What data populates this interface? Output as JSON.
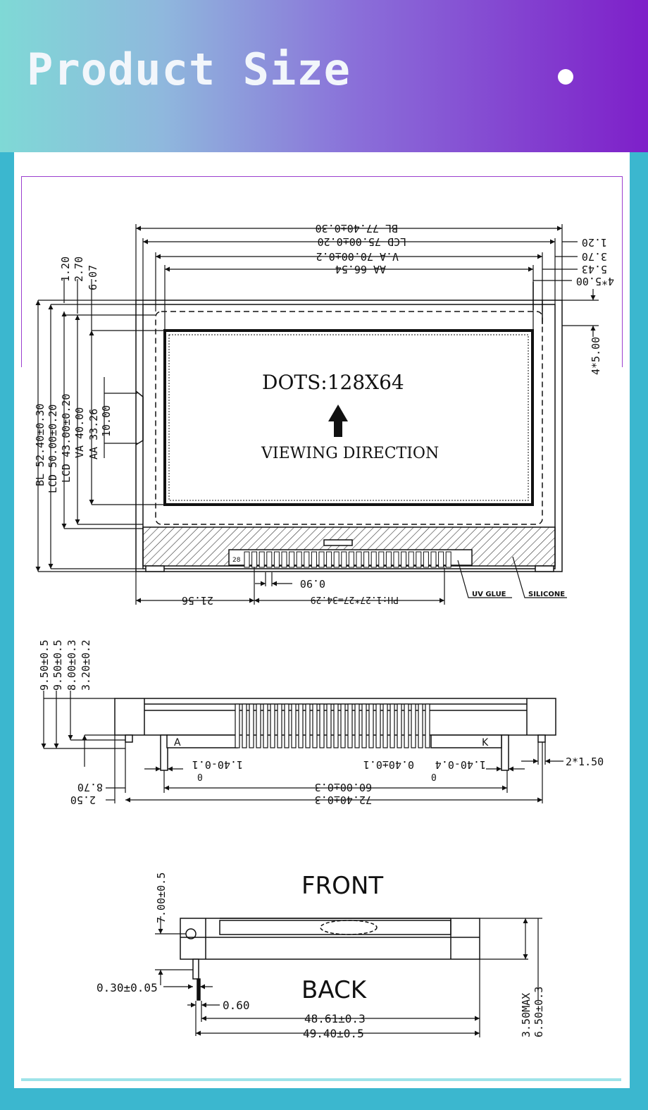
{
  "header": {
    "title": "Product Size"
  },
  "colors": {
    "accent_purple": "#7e1fc9",
    "accent_teal": "#3bb7cf",
    "drawing_line": "#111111"
  },
  "front_view": {
    "top_dims": {
      "bl": "BL 77.40±0.30",
      "lcd": "LCD 75.00±0.20",
      "va": "V.A 70.00±0.2",
      "aa": "AA 66.54",
      "d1": "1.20",
      "d2": "3.70",
      "d3": "5.43",
      "d4": "4*5.00"
    },
    "left_dims": {
      "bl": "BL 52.40±0.30",
      "lcd": "LCD 50.00±0.20",
      "lcd2": "LCD 43.00±0.20",
      "va": "VA 40.00",
      "aa": "AA 33.26",
      "d10": "10.00",
      "d120": "1.20",
      "d270": "2.70",
      "d607": "6.07"
    },
    "right_dim": "4*5.00",
    "dots": "DOTS:128X64",
    "viewing": "VIEWING DIRECTION",
    "pin_label": "28",
    "pitch_dim": "0.90",
    "left_offset": "21.56",
    "pitch": "PH:1.27*27=34.29",
    "uv_glue": "UV GLUE",
    "silicone": "SILICONE"
  },
  "side_view": {
    "h1": "9.50±0.5",
    "h2": "9.50±0.5",
    "h3": "8.00±0.3",
    "h4": "3.20±0.2",
    "anode": "A",
    "cathode": "K",
    "pin_w_left": "1.40-0.1",
    "pin_w_left_sub": "0",
    "pin_w_right": "1.40-0.4",
    "pin_w_right_sub": "0",
    "pin_t": "0.40±0.1",
    "pin_d": "2*1.50",
    "off1": "8.70",
    "off2": "2.50",
    "span1": "60.00±0.3",
    "span2": "72.40±0.3"
  },
  "thickness_view": {
    "front": "FRONT",
    "back": "BACK",
    "h": "7.00±0.5",
    "pin": "0.30±0.05",
    "pin_w": "0.60",
    "w1": "48.61±0.3",
    "w2": "49.40±0.5",
    "t1": "3.50MAX",
    "t2": "6.50±0.3"
  }
}
